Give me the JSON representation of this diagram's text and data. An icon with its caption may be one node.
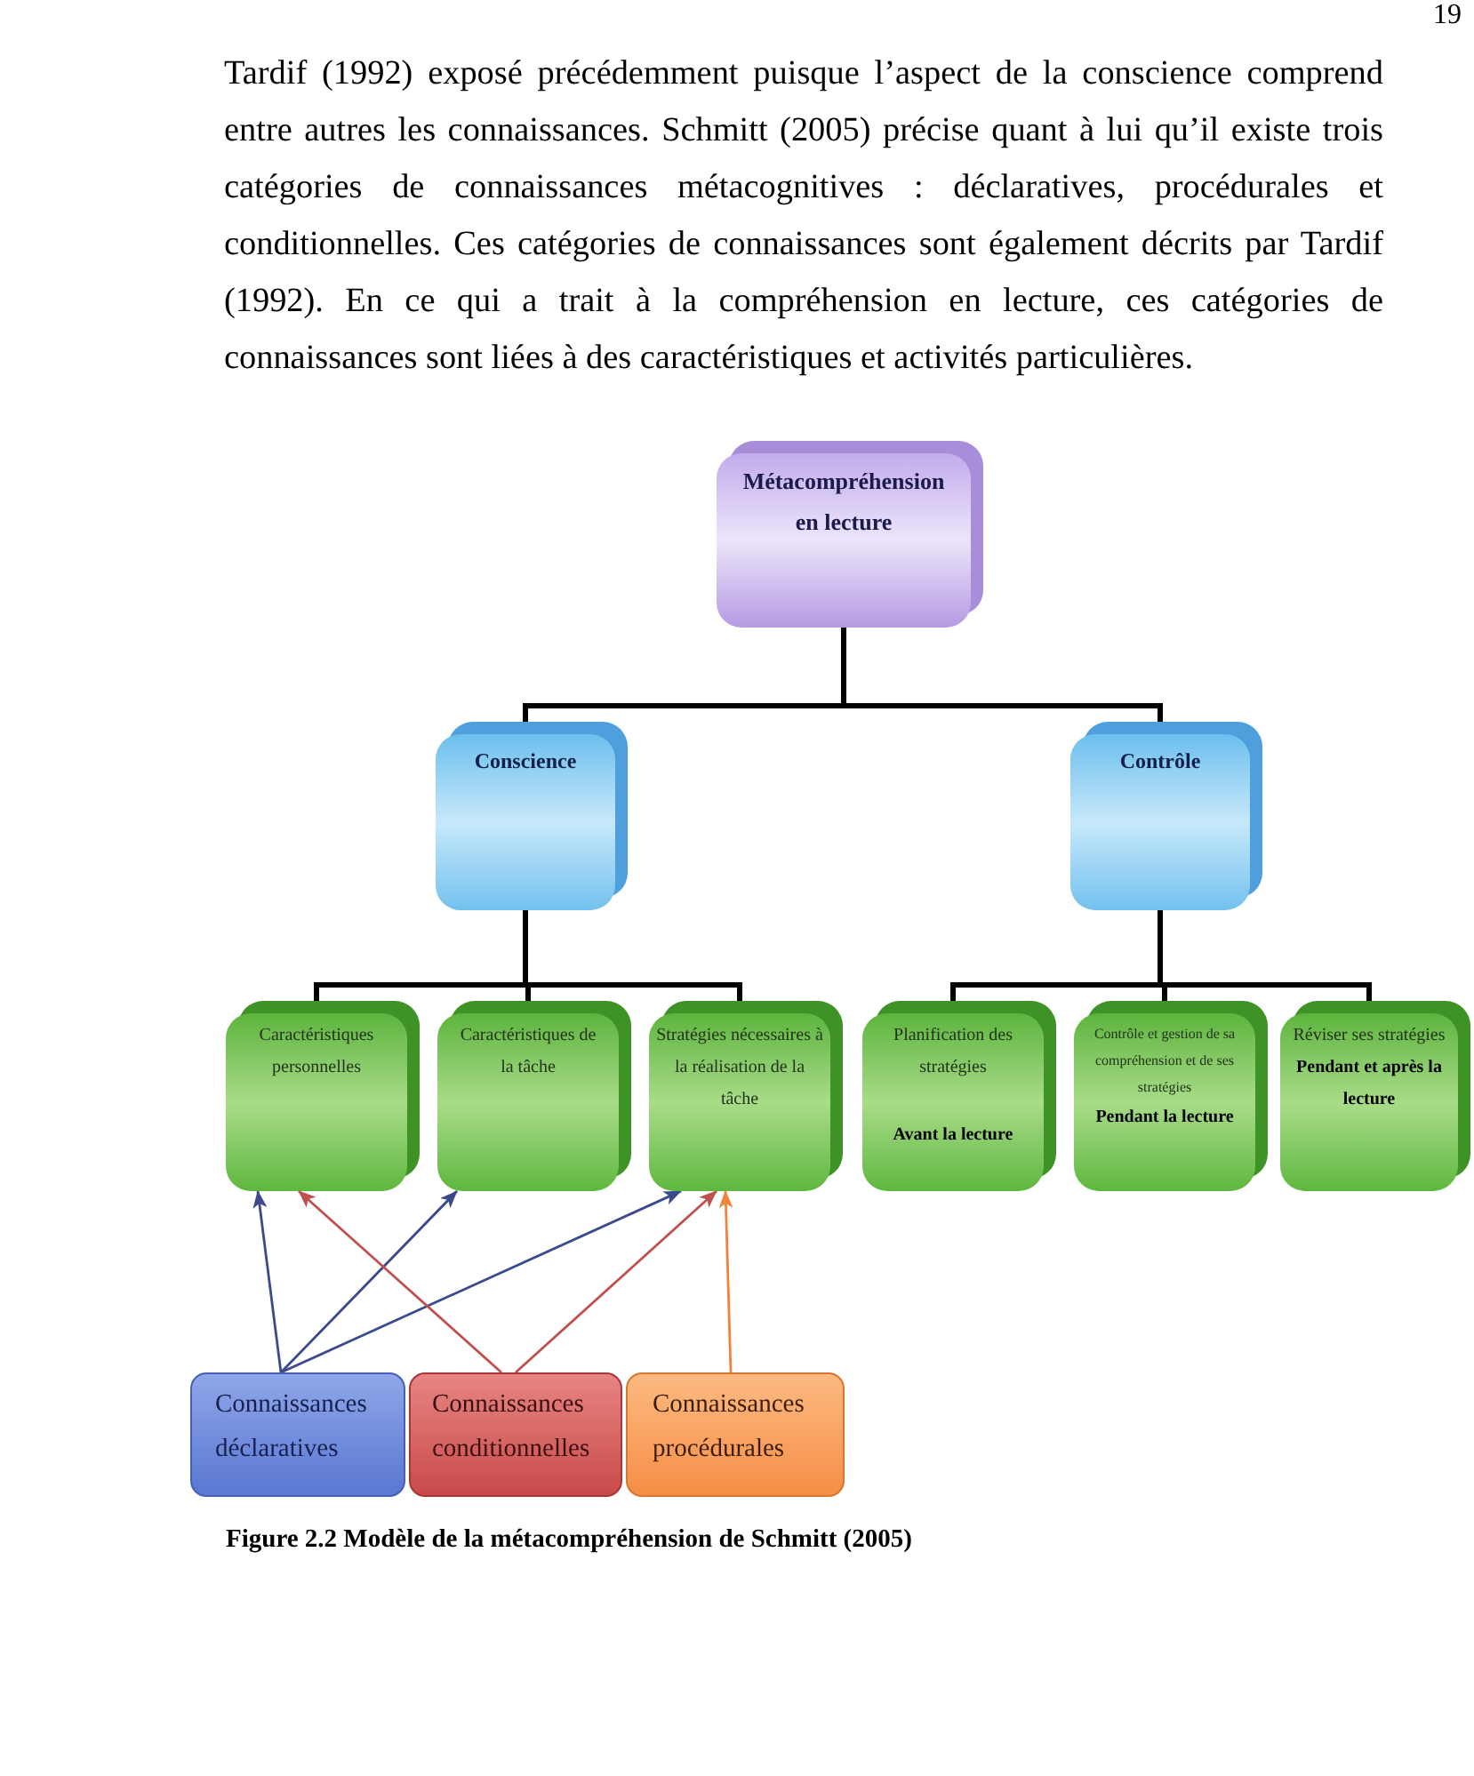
{
  "diagram": {
    "caption": "Figure 2.2 Modèle de la métacompréhension de Schmitt (2005)",
    "nodes": [
      {
        "text": [
          "Métacompréhension en lecture"
        ]
      },
      {
        "text": [
          "Conscience"
        ]
      },
      {
        "text": [
          "Contrôle"
        ]
      },
      {
        "text": [
          "Caractéristiques personnelles"
        ]
      },
      {
        "text": [
          "Caractéristiques de la tâche"
        ]
      },
      {
        "text": [
          "Stratégies nécessaires à la réalisation de la tâche"
        ]
      },
      {
        "text": [
          "Planification des stratégies",
          "Avant la lecture"
        ]
      },
      {
        "text": [
          "Contrôle et gestion de sa compréhension et de ses stratégies",
          "Pendant la lecture"
        ]
      },
      {
        "text": [
          "Réviser ses stratégies",
          "Pendant et après la lecture"
        ]
      },
      {
        "text": [
          "Connaissances déclaratives"
        ]
      },
      {
        "text": [
          "Connaissances conditionnelles"
        ]
      },
      {
        "text": [
          "Connaissances procédurales"
        ]
      }
    ],
    "edges": [
      {
        "from": 0,
        "to": 1,
        "arrow": "none"
      },
      {
        "from": 0,
        "to": 2,
        "arrow": "none"
      },
      {
        "from": 1,
        "to": 3,
        "arrow": "none"
      },
      {
        "from": 1,
        "to": 4,
        "arrow": "none"
      },
      {
        "from": 1,
        "to": 5,
        "arrow": "none"
      },
      {
        "from": 2,
        "to": 6,
        "arrow": "none"
      },
      {
        "from": 2,
        "to": 7,
        "arrow": "none"
      },
      {
        "from": 2,
        "to": 8,
        "arrow": "none"
      },
      {
        "from": 9,
        "to": 3,
        "arrow": "to",
        "color": "#3b4a8c"
      },
      {
        "from": 9,
        "to": 4,
        "arrow": "to",
        "color": "#3b4a8c"
      },
      {
        "from": 9,
        "to": 5,
        "arrow": "to",
        "color": "#3b4a8c"
      },
      {
        "from": 10,
        "to": 3,
        "arrow": "to",
        "color": "#c0504d"
      },
      {
        "from": 10,
        "to": 5,
        "arrow": "to",
        "color": "#c0504d"
      },
      {
        "from": 11,
        "to": 5,
        "arrow": "to",
        "color": "#f0843c"
      }
    ],
    "labels": [
      "19",
      "Tardif (1992) exposé précédemment puisque l’aspect de la conscience comprend entre autres les connaissances. Schmitt (2005) précise quant à lui qu’il existe trois catégories de connaissances métacognitives : déclaratives, procédurales et conditionnelles. Ces catégories de connaissances sont également décrits par Tardif (1992). En ce qui a trait à la compréhension en lecture, ces catégories de connaissances sont liées à des caractéristiques et activités particulières."
    ]
  }
}
